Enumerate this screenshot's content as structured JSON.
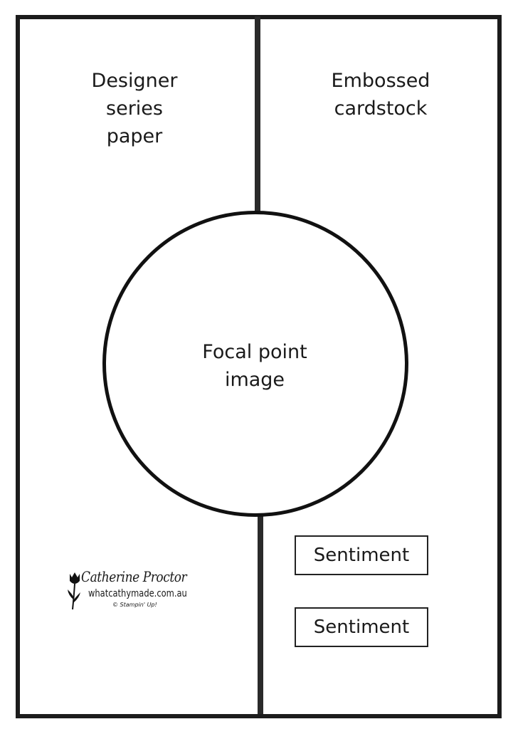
{
  "diagram": {
    "left_panel_label": "Designer\nseries\npaper",
    "right_panel_label": "Embossed\ncardstock",
    "center_label": "Focal point\nimage",
    "sentiments": [
      "Sentiment",
      "Sentiment"
    ]
  },
  "logo": {
    "name": "Catherine Proctor",
    "website": "whatcathymade.com.au",
    "copyright": "© Stampin' Up!"
  },
  "colors": {
    "line": "#1c1c1c",
    "background": "#ffffff"
  }
}
